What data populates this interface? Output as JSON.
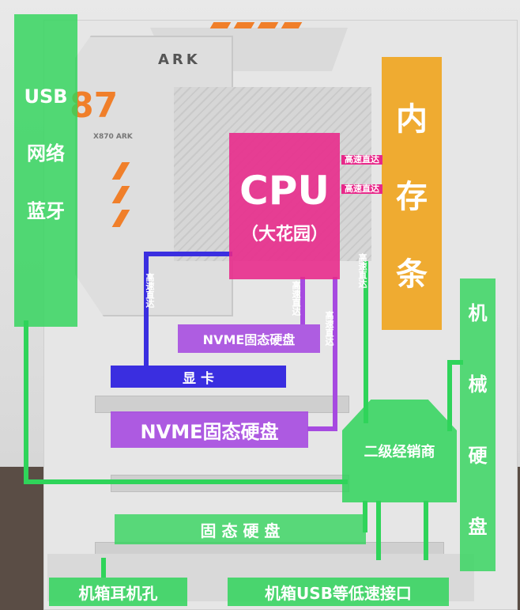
{
  "board": {
    "brand": "ARK",
    "model": "87",
    "model_sub": "X870 ARK"
  },
  "labels": {
    "cpu_title": "CPU",
    "cpu_sub": "（大花园）",
    "memory_chars": [
      "内",
      "存",
      "条"
    ],
    "usb_left": [
      "USB",
      "网络",
      "蓝牙"
    ],
    "nvme_top": "NVME固态硬盘",
    "gpu": "显 卡",
    "nvme_mid": "NVME固态硬盘",
    "second_dealer": "二级经销商",
    "ssd": "固 态 硬 盘",
    "mech_disk_chars": [
      "机",
      "械",
      "硬",
      "盘"
    ],
    "case_audio": "机箱耳机孔",
    "case_usb": "机箱USB等低速接口",
    "hs_cpu_mem_1": "高速直达",
    "hs_cpu_mem_2": "高速直达",
    "hs_gpu": "高速直达",
    "hs_nvme_top": "高速直达",
    "hs_nvme_mid": "高速直达",
    "hs_chipset": "高速直达"
  },
  "colors": {
    "green": "#2fd45a",
    "pink": "#e8288a",
    "orange": "#f0a010",
    "blue": "#3a2ee0",
    "purple": "#a64ae0"
  }
}
